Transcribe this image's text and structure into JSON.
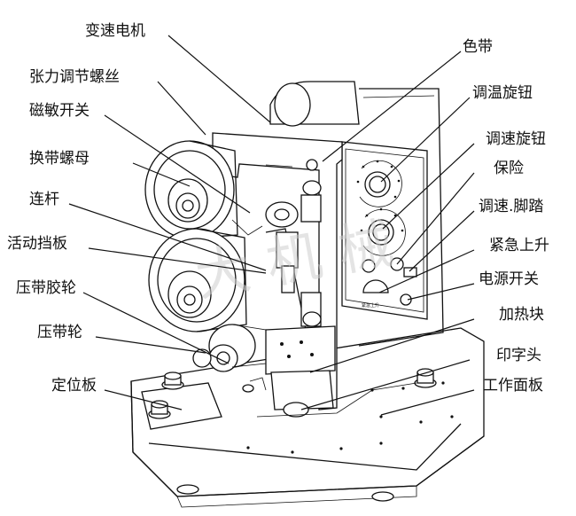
{
  "labels": {
    "variable_speed_motor": "变速电机",
    "tension_adjust_screw": "张力调节螺丝",
    "magnetic_switch": "磁敏开关",
    "ribbon_change_nut": "换带螺母",
    "connecting_rod": "连杆",
    "movable_baffle": "活动挡板",
    "press_rubber_wheel": "压带胶轮",
    "press_wheel": "压带轮",
    "positioning_plate": "定位板",
    "ribbon": "色带",
    "temp_knob": "调温旋钮",
    "speed_knob": "调速旋钮",
    "fuse": "保险",
    "speed_pedal": "调速.脚踏",
    "emergency_rise": "紧急上升",
    "power_switch": "电源开关",
    "heating_block": "加热块",
    "print_head": "印字头",
    "work_panel": "工作面板"
  },
  "panel_text": "紧急上升",
  "watermark": "大 机 械"
}
